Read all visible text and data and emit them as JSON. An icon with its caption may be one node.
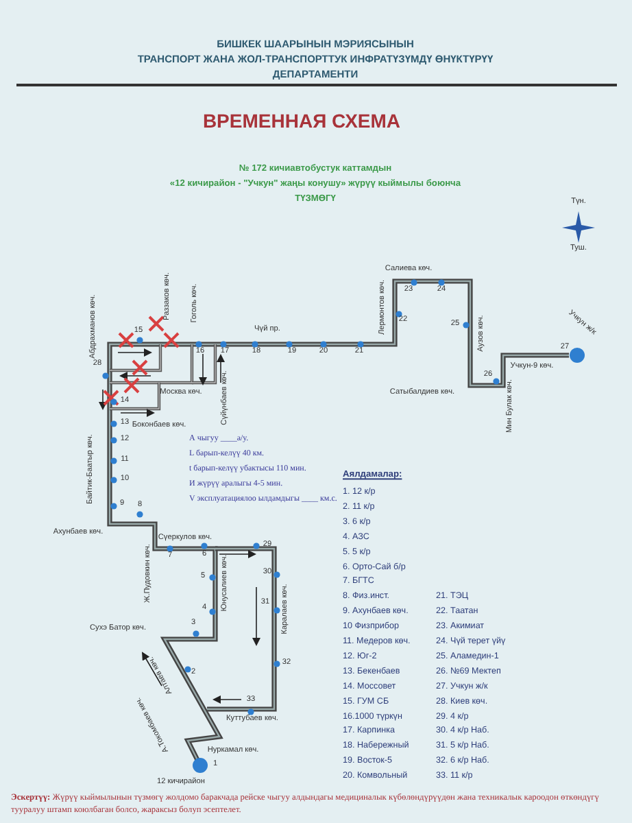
{
  "diagram": {
    "title": "ВРЕМЕННАЯ СХЕМА",
    "labels": [
      "БИШКЕК ШААРЫНЫН МЭРИЯСЫНЫН",
      "ТРАНСПОРТ ЖАНА ЖОЛ-ТРАНСПОРТТУК ИНФРАТҮЗҮМДҮ ӨНҮКТҮРҮҮ",
      "ДЕПАРТАМЕНТИ",
      "№ 172 кичиавтобустук каттамдын",
      "«12 кичирайон - \"Учкун\" жаңы конушу» жүрүү кыймылы боюнча",
      "ТҮЗМӨГҮ",
      "Түн.",
      "Туш.",
      "Салиева көч.",
      "Лермонтов көч.",
      "Аузов көч.",
      "Учкун ж/к",
      "Учкун-9 көч.",
      "Сатыбалдиев көч.",
      "Мин Булак көч.",
      "Чүй пр.",
      "Гоголь көч.",
      "Раззаков көч.",
      "Абдрахманов көч.",
      "Сүйүнбаев көч.",
      "Москва көч.",
      "Боконбаев көч.",
      "Байтик-Баатыр көч.",
      "Ахунбаев көч.",
      "Ж.Пудовкин көч.",
      "Сүеркулов көч.",
      "Юнусалиев көч.",
      "Каралаев көч.",
      "Сухэ Батор көч.",
      "Алтаев көч.",
      "А.Токомбаев көч.",
      "Куттубаев көч.",
      "Нуркамал көч.",
      "12 кичирайон",
      "1",
      "2",
      "3",
      "4",
      "5",
      "6",
      "7",
      "8",
      "9",
      "10",
      "11",
      "12",
      "13",
      "14",
      "15",
      "16",
      "17",
      "18",
      "19",
      "20",
      "21",
      "22",
      "23",
      "24",
      "25",
      "26",
      "27",
      "28",
      "29",
      "30",
      "31",
      "32",
      "33",
      "А чыгуу ____а/у.",
      "L барып-келүү 40 км.",
      "t барып-келүү убактысы 110 мин.",
      "И жүрүү аралыгы 4-5 мин.",
      "V эксплуатациялоо ылдамдыгы ____ км.с.",
      "Аялдамалар:",
      "1. 12 к/р",
      "2. 11 к/р",
      "3. 6 к/р",
      "4. АЗС",
      "5. 5 к/р",
      "6. Орто-Сай б/р",
      "7. БГТС",
      "8. Физ.инст.",
      "9. Ахунбаев көч.",
      "10 Физприбор",
      "11. Медеров көч.",
      "12. Юг-2",
      "13. Бекенбаев",
      "14. Моссовет",
      "15. ГУМ СБ",
      "16.1000 түркүн",
      "17. Карпинка",
      "18. Набережный",
      "19. Восток-5",
      "20. Комвольный",
      "21. ТЭЦ",
      "22. Таатан",
      "23. Акимиат",
      "24. Чүй терет үйү",
      "25. Аламедин-1",
      "26. №69 Мектеп",
      "27. Учкун ж/к",
      "28. Киев көч.",
      "29. 4 к/р",
      "30. 4 к/р Наб.",
      "31. 5 к/р Наб.",
      "32. 6 к/р Наб.",
      "33. 11 к/р",
      "**Эскертүү:** Жүрүү кыймылынын түзмөгү жолдомо баракчада рейске чыгуу алдындагы медициналык күбөлөндүрүүдөн жана техникалык кароодон өткөндүгү тууралуу штамп коюлбаган болсо, жараксыз болуп эсептелет."
    ]
  }
}
